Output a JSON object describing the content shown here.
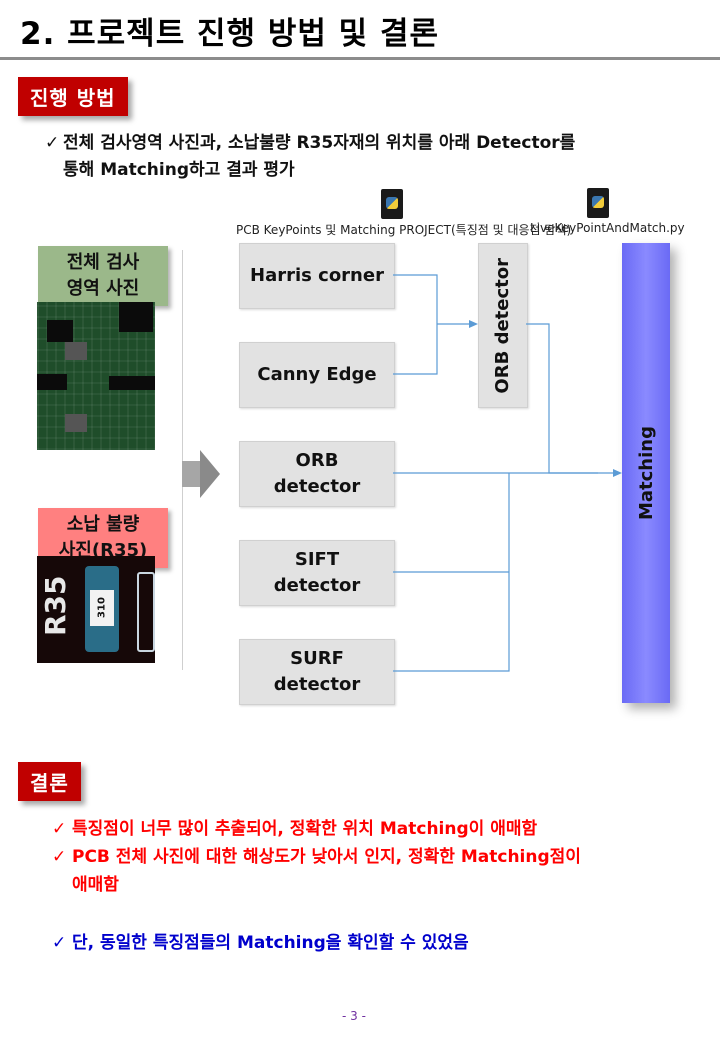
{
  "header": {
    "title": "2. 프로젝트 진행 방법 및 결론"
  },
  "method": {
    "label": "진행 방법",
    "bullet_line1": "전체 검사영역 사진과, 소납불량 R35자재의 위치를 아래 Detector를",
    "bullet_line2": "통해 Matching하고 결과 평가",
    "files": [
      {
        "icon": "python-file-icon",
        "caption": "PCB KeyPoints 및 Matching PROJECT(특징점 및 대응점 탐색)"
      },
      {
        "icon": "python-file-icon",
        "caption": "LiveKeyPointAndMatch.py"
      }
    ]
  },
  "diagram": {
    "input1_label_line1": "전체 검사",
    "input1_label_line2": "영역 사진",
    "input2_label_line1": "소납 불량",
    "input2_label_line2": "사진(R35)",
    "pcb_mark": "R35",
    "pcb_part": "310",
    "harris": "Harris corner",
    "canny": "Canny Edge",
    "orb_line1": "ORB",
    "orb_line2": "detector",
    "sift_line1": "SIFT",
    "sift_line2": "detector",
    "surf_line1": "SURF",
    "surf_line2": "detector",
    "orb_vertical": "ORB detector",
    "matching": "Matching"
  },
  "conclusion": {
    "label": "결론",
    "red_items": [
      "특징점이 너무 많이 추출되어, 정확한 위치 Matching이 애매함",
      "PCB 전체 사진에 대한 해상도가 낮아서 인지, 정확한 Matching점이"
    ],
    "red_item2_cont": "애매함",
    "blue_item": "단, 동일한 특징점들의 Matching을 확인할 수 있었음"
  },
  "colors": {
    "accent_red": "#c00000",
    "matching_bar": "#7b7bff",
    "line_blue": "#5b9bd5"
  },
  "check_mark": "✓",
  "footer": {
    "page": "- 3 -"
  }
}
